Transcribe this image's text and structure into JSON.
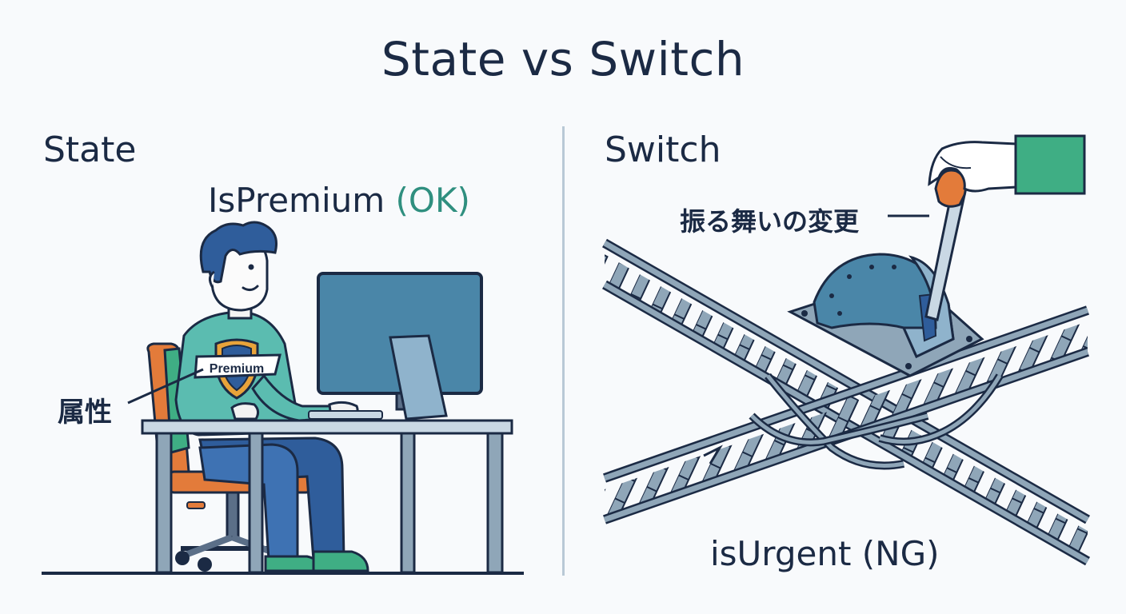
{
  "title": "State vs Switch",
  "state": {
    "heading": "State",
    "variable": "IsPremium",
    "verdict": "(OK)",
    "attribute_label": "属性",
    "badge_text": "Premium"
  },
  "switch": {
    "heading": "Switch",
    "variable": "isUrgent (NG)",
    "behavior_label": "振る舞いの変更"
  },
  "colors": {
    "ink": "#1b2a44",
    "teal": "#5bbcb0",
    "ok_green": "#2f8f7f",
    "monitor_blue": "#4a86a8",
    "orange": "#e37b3a",
    "green": "#3fae84",
    "rail_steel": "#8fa6b8"
  }
}
